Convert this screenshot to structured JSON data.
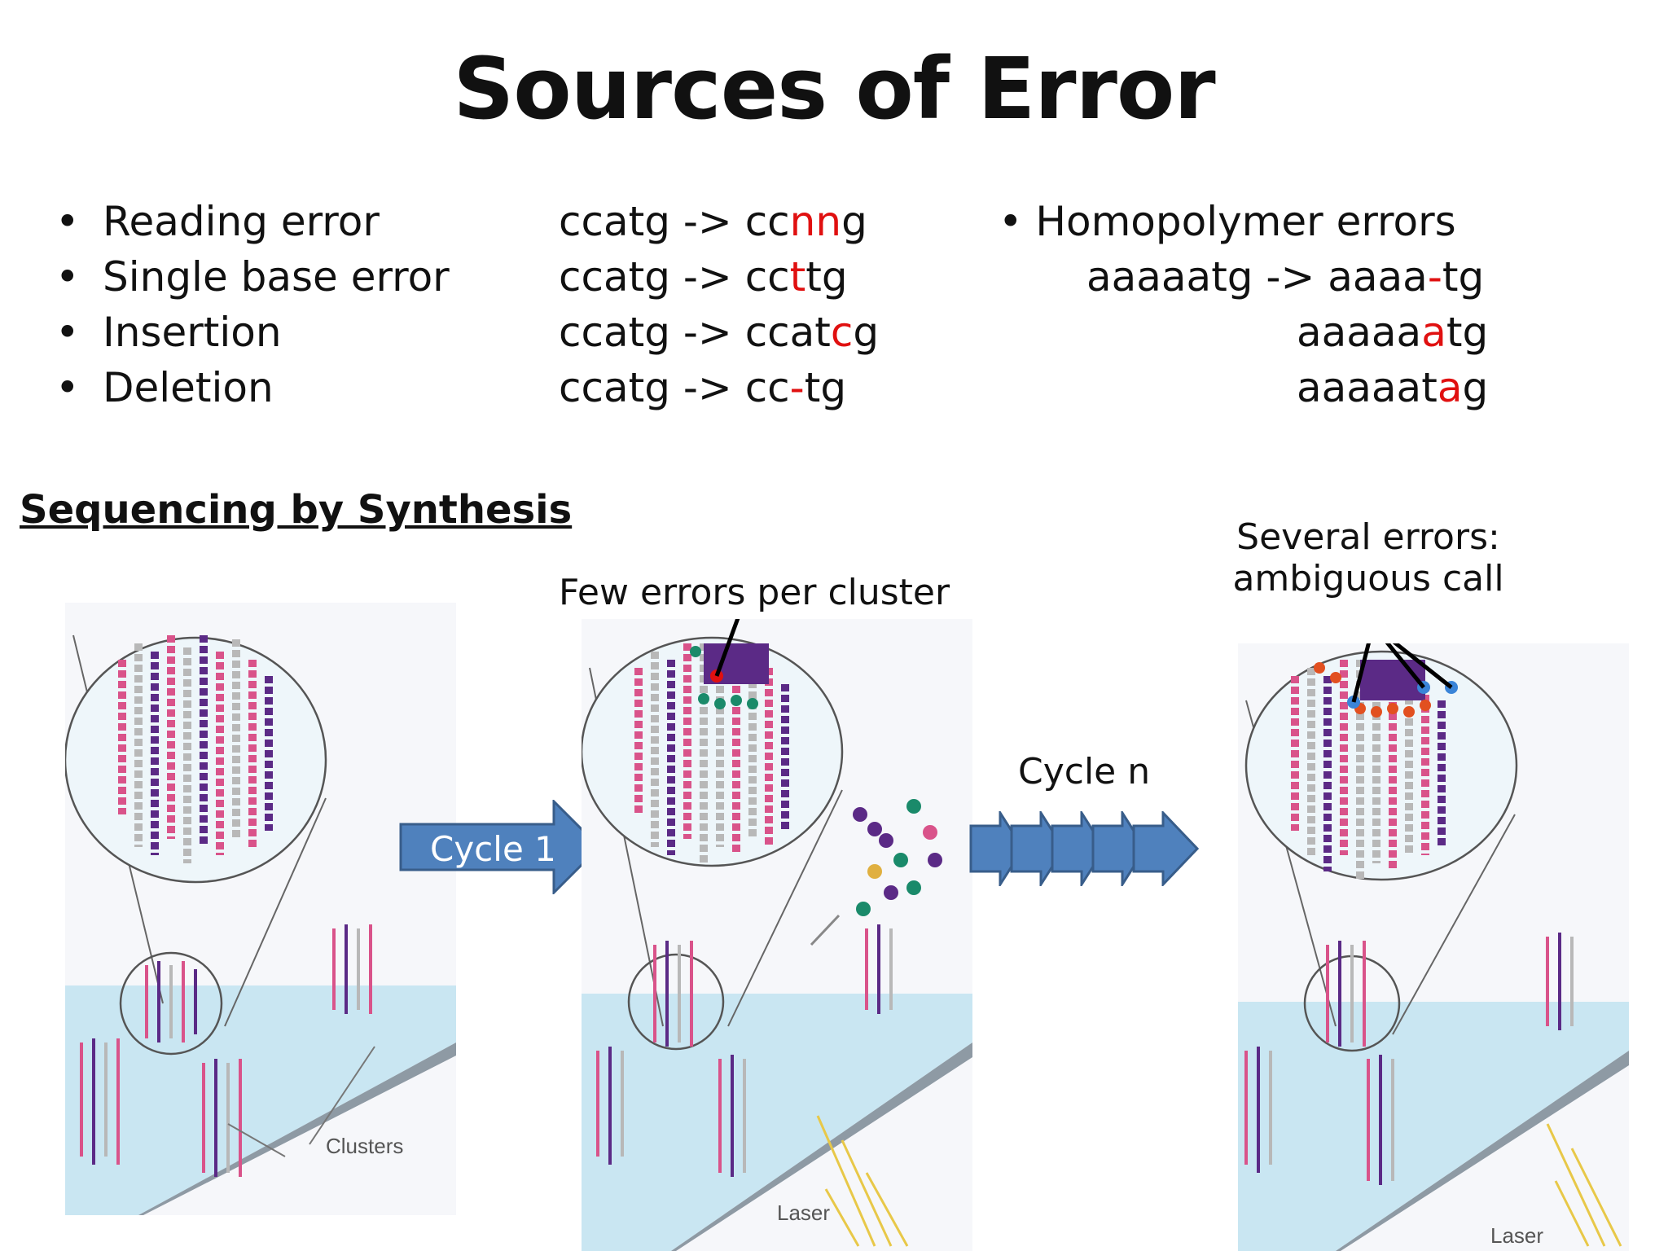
{
  "slide": {
    "title": "Sources of Error",
    "error_types": [
      {
        "bullet": "•",
        "label": "Reading error"
      },
      {
        "bullet": "•",
        "label": "Single base error"
      },
      {
        "bullet": "•",
        "label": "Insertion"
      },
      {
        "bullet": "•",
        "label": "Deletion"
      }
    ],
    "examples": [
      {
        "orig": "ccatg -> ",
        "pre": "cc",
        "err": "nn",
        "post": "g"
      },
      {
        "orig": "ccatg -> ",
        "pre": "cc",
        "err": "t",
        "post": "tg"
      },
      {
        "orig": "ccatg -> ",
        "pre": "ccat",
        "err": "c",
        "post": "g"
      },
      {
        "orig": "ccatg -> ",
        "pre": "cc",
        "err": "-",
        "post": "tg"
      }
    ],
    "homopolymer": {
      "heading": "• Homopolymer errors",
      "line1": {
        "orig": "aaaaatg -> ",
        "pre": "aaaa",
        "err": "-",
        "post": "tg"
      },
      "line2": {
        "pre": "aaaaa",
        "err": "a",
        "post": "tg"
      },
      "line3": {
        "pre": "aaaaat",
        "err": "a",
        "post": "g"
      }
    },
    "section_heading": "Sequencing by Synthesis",
    "annotations": {
      "few_errors": "Few errors per cluster",
      "several_errors_1": "Several errors:",
      "several_errors_2": "ambiguous call",
      "cycle1": "Cycle 1",
      "cycle_n": "Cycle n",
      "clusters": "Clusters",
      "laser1": "Laser",
      "laser2": "Laser"
    },
    "colors": {
      "error_red": "#e01010",
      "arrow_fill": "#4f81bd",
      "arrow_stroke": "#385d8a",
      "flowcell": "#c9e6f2",
      "pink": "#d9538a",
      "purple": "#5b2a86",
      "grey": "#b8b8b8"
    }
  }
}
